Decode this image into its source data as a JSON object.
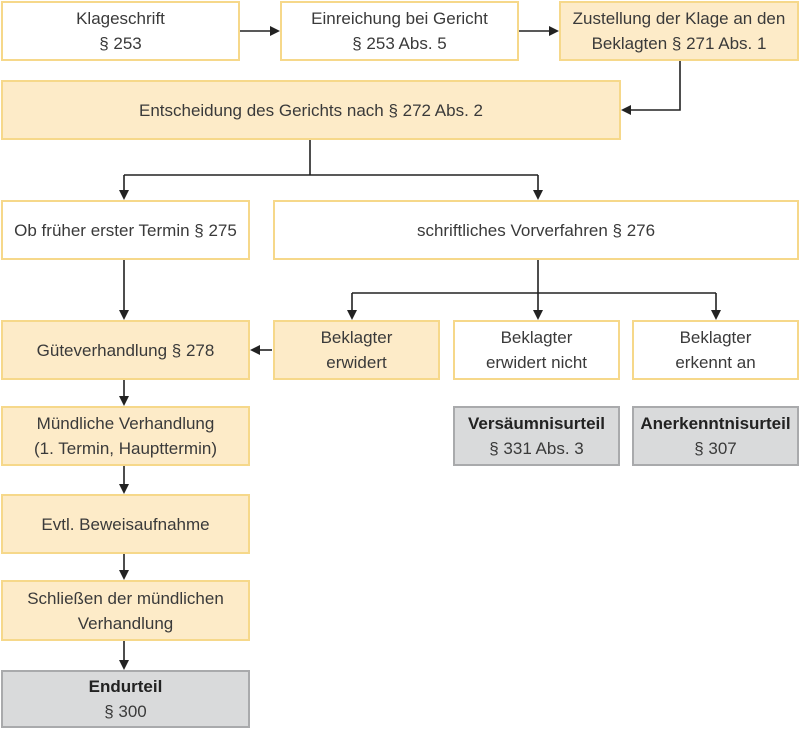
{
  "nodes": {
    "klageschrift": {
      "line1": "Klageschrift",
      "line2": "§ 253"
    },
    "einreichung": {
      "line1": "Einreichung bei Gericht",
      "line2": "§ 253 Abs. 5"
    },
    "zustellung": {
      "line1": "Zustellung der Klage an den",
      "line2": "Beklagten § 271 Abs. 1"
    },
    "entscheidung": {
      "line1": "Entscheidung des Gerichts nach § 272 Abs. 2"
    },
    "frueher_termin": {
      "line1": "Ob früher erster Termin § 275"
    },
    "vorverfahren": {
      "line1": "schriftliches Vorverfahren § 276"
    },
    "gueteverhandlung": {
      "line1": "Güteverhandlung § 278"
    },
    "beklagter_erwidert": {
      "line1": "Beklagter",
      "line2": "erwidert"
    },
    "beklagter_erwidert_nicht": {
      "line1": "Beklagter",
      "line2": "erwidert nicht"
    },
    "beklagter_erkennt_an": {
      "line1": "Beklagter",
      "line2": "erkennt an"
    },
    "muendliche_verhandlung": {
      "line1": "Mündliche Verhandlung",
      "line2": "(1. Termin, Haupttermin)"
    },
    "beweisaufnahme": {
      "line1": "Evtl. Beweisaufnahme"
    },
    "schliessen": {
      "line1": "Schließen der mündlichen",
      "line2": "Verhandlung"
    },
    "endurteil": {
      "line1": "Endurteil",
      "line2": "§ 300"
    },
    "versaeumnisurteil": {
      "line1": "Versäumnisurteil",
      "line2": "§ 331 Abs. 3"
    },
    "anerkenntnisurteil": {
      "line1": "Anerkenntnisurteil",
      "line2": "§ 307"
    }
  },
  "colors": {
    "border": "#f6d88a",
    "highlight_fill": "#fdebc8",
    "result_fill": "#d9dadb",
    "result_border": "#a9aaac",
    "arrow": "#222222"
  }
}
